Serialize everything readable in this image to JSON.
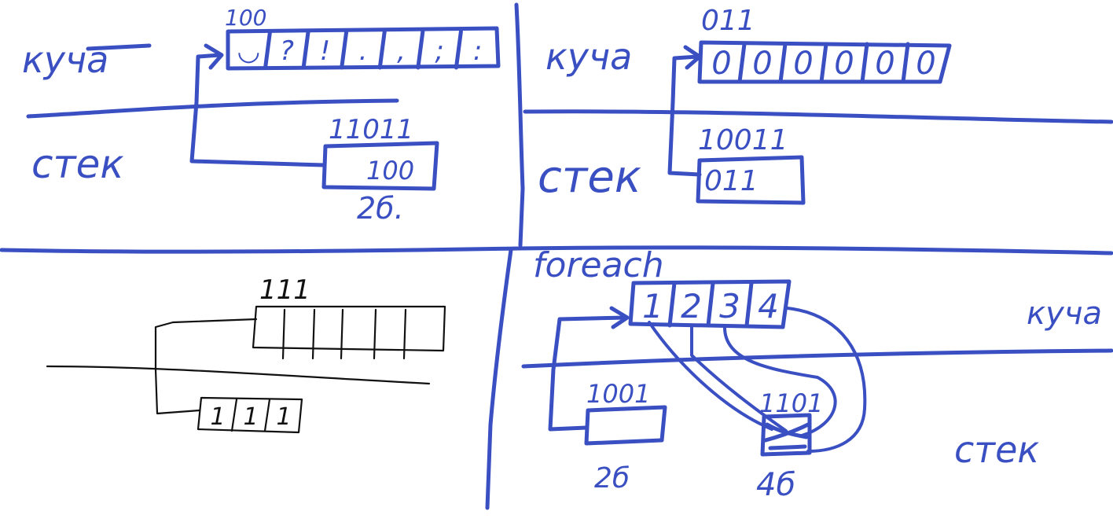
{
  "colors": {
    "ink": "#3a4fc2",
    "pencil": "#111111",
    "paper": "#ffffff"
  },
  "q1": {
    "heap_label": "куча",
    "stack_label": "стек",
    "heap_addr": "100",
    "heap_cells": [
      "◡",
      "?",
      "!",
      ".",
      ",",
      ";",
      ":"
    ],
    "stack_addr": "11011",
    "stack_value": "100",
    "stack_size": "2б."
  },
  "q2": {
    "heap_label": "куча",
    "stack_label": "стек",
    "heap_addr": "011",
    "heap_cells": [
      "0",
      "0",
      "0",
      "0",
      "0",
      "0"
    ],
    "stack_addr": "10011",
    "stack_value": "011"
  },
  "q3": {
    "heap_addr": "111",
    "stack_cells": [
      "1",
      "1",
      "1"
    ]
  },
  "q4": {
    "title": "foreach",
    "heap_label": "куча",
    "stack_label": "стек",
    "heap_cells": [
      "1",
      "2",
      "3",
      "4"
    ],
    "stack_addr_left": "1001",
    "stack_size_left": "2б",
    "stack_addr_right": "1101",
    "stack_size_right": "4б"
  }
}
